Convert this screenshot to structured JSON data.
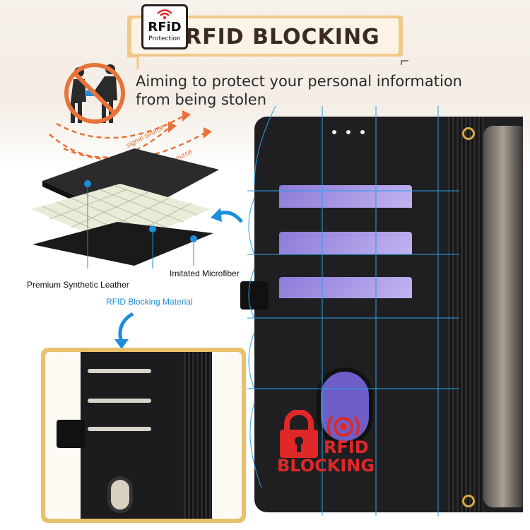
{
  "banner": {
    "title": "RFID BLOCKING",
    "badge_text": "RFiD",
    "badge_sub": "Protection"
  },
  "subtitle_lines": [
    "Aiming to protect your personal information",
    "from being stolen"
  ],
  "signal_labels": [
    "signal source",
    "signal source"
  ],
  "layers": {
    "premium": "Premium Synthetic Leather",
    "microfiber": "Imitated Microfiber",
    "rfid_material": "RFID Blocking Material"
  },
  "case_badge": {
    "line1": "RFID",
    "line2": "BLOCKING"
  },
  "colors": {
    "accent_blue": "#1d8ed9",
    "banner_gold": "#f0c987",
    "rfid_red": "#e02828",
    "case_black": "#1f1f21"
  }
}
